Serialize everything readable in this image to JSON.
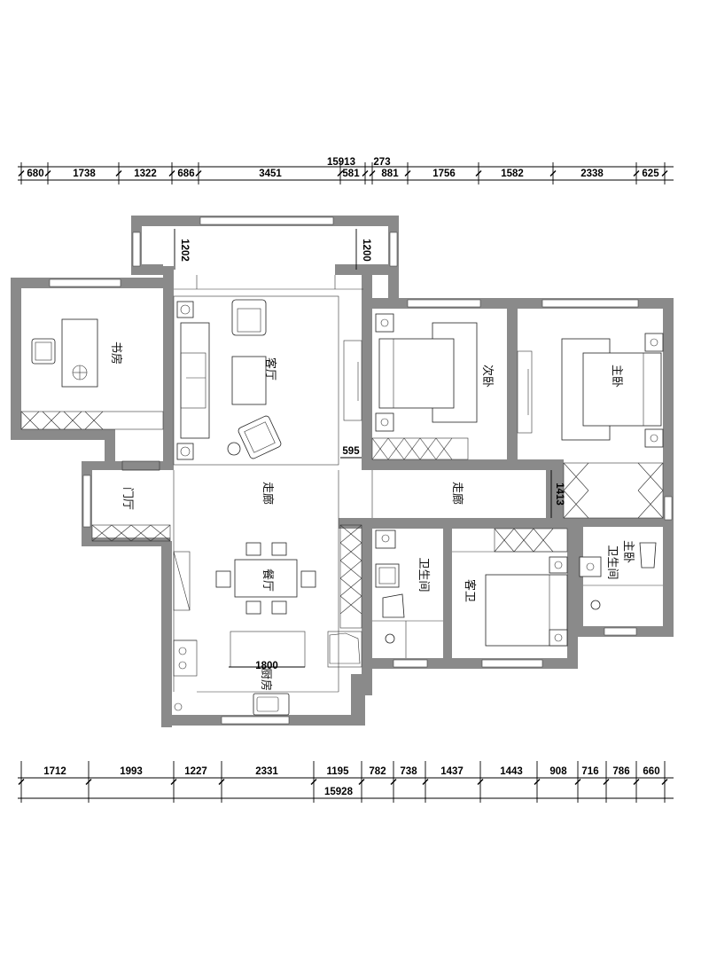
{
  "top_dimensions": {
    "total": "15913",
    "extra": "273",
    "segments": [
      "680",
      "1738",
      "1322",
      "686",
      "3451",
      "581",
      "881",
      "1756",
      "1582",
      "2338",
      "625"
    ]
  },
  "bottom_dimensions": {
    "total": "15928",
    "segments": [
      "1712",
      "1993",
      "1227",
      "2331",
      "1195",
      "782",
      "738",
      "1437",
      "1443",
      "908",
      "716",
      "786",
      "660"
    ]
  },
  "inner_dimensions": {
    "balcony_left": "1202",
    "balcony_right": "1200",
    "corridor_wall": "595",
    "corridor_height": "1413",
    "kitchen_counter": "1800"
  },
  "rooms": {
    "study": "书房",
    "living": "客厅",
    "entry": "门厅",
    "corridor_left": "走廊",
    "dining": "餐厅",
    "kitchen": "厨房",
    "second_bedroom": "次卧",
    "master_bedroom": "主卧",
    "corridor_right": "走廊",
    "bathroom": "卫生间",
    "guest_bath": "客卫",
    "master_bath_line1": "主卧",
    "master_bath_line2": "卫生间"
  }
}
